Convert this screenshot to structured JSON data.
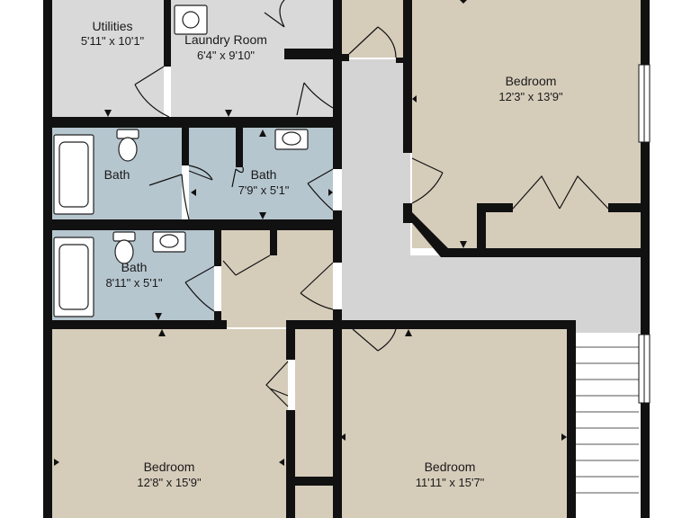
{
  "rooms": {
    "utilities": {
      "name": "Utilities",
      "dims": "5'11\" x 10'1\""
    },
    "laundry": {
      "name": "Laundry Room",
      "dims": "6'4\" x 9'10\""
    },
    "bedroom_ne": {
      "name": "Bedroom",
      "dims": "12'3\" x 13'9\""
    },
    "bath_upper_left": {
      "name": "Bath"
    },
    "bath_upper_right": {
      "name": "Bath",
      "dims": "7'9\" x 5'1\""
    },
    "bath_lower": {
      "name": "Bath",
      "dims": "8'11\" x 5'1\""
    },
    "bedroom_sw": {
      "name": "Bedroom",
      "dims": "12'8\" x 15'9\""
    },
    "bedroom_s": {
      "name": "Bedroom",
      "dims": "11'11\" x 15'7\""
    }
  },
  "colors": {
    "bedroom_floor": "#d6ccba",
    "bath_floor": "#b6c6cf",
    "utility_floor": "#d9d9d9",
    "hall_floor": "#d4d4d4",
    "wall": "#111111"
  }
}
